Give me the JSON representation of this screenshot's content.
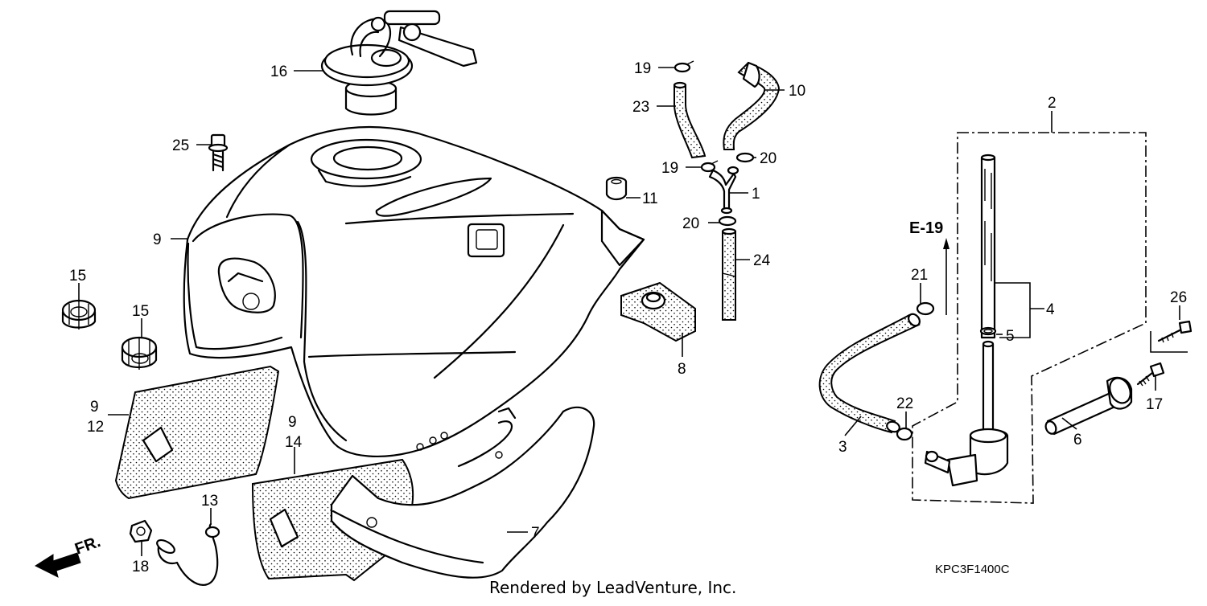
{
  "diagram": {
    "callouts": {
      "c1": "1",
      "c2": "2",
      "c3": "3",
      "c4": "4",
      "c5": "5",
      "c6": "6",
      "c7": "7",
      "c8": "8",
      "c9a": "9",
      "c9b": "9",
      "c9c": "9",
      "c10": "10",
      "c11": "11",
      "c12": "12",
      "c13": "13",
      "c14": "14",
      "c15a": "15",
      "c15b": "15",
      "c16": "16",
      "c17": "17",
      "c18": "18",
      "c19a": "19",
      "c19b": "19",
      "c20a": "20",
      "c20b": "20",
      "c21": "21",
      "c22": "22",
      "c23": "23",
      "c24": "24",
      "c25": "25",
      "c26": "26"
    },
    "section_ref": "E-19",
    "front_label": "FR.",
    "diagram_code": "KPC3F1400C",
    "credit": "Rendered by LeadVenture, Inc."
  }
}
